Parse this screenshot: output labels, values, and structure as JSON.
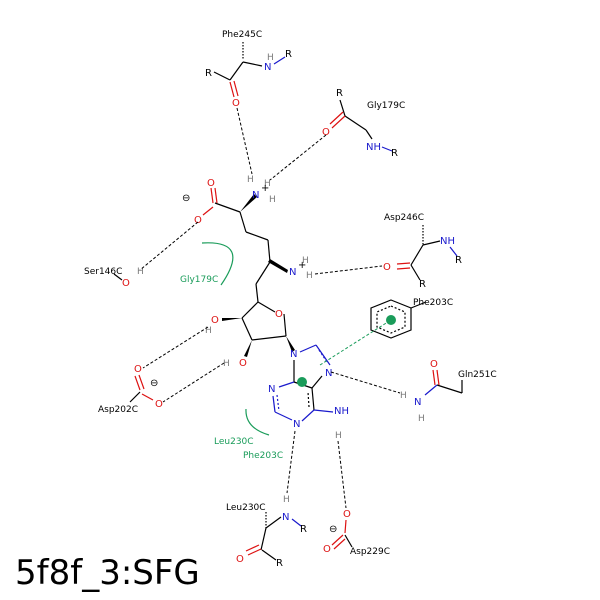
{
  "caption": "5f8f_3:SFG",
  "residues": {
    "phe245c": "Phe245C",
    "gly179c": "Gly179C",
    "asp246c": "Asp246C",
    "ser146c": "Ser146C",
    "phe203c": "Phe203C",
    "gln251c": "Gln251C",
    "asp202c": "Asp202C",
    "leu230c": "Leu230C",
    "asp229c": "Asp229C"
  },
  "hydrophobic": {
    "gly179c": "Gly179C",
    "leu230c": "Leu230C",
    "phe203c": "Phe203C"
  },
  "atoms": {
    "N": "N",
    "O": "O",
    "R": "R",
    "H": "H",
    "NH": "NH",
    "NH2": "NH",
    "plus": "+",
    "minus": "⊖"
  },
  "colors": {
    "nitrogen": "#1a1acc",
    "oxygen": "#dd1111",
    "interaction_green": "#1a9c5a",
    "bond": "#000000"
  }
}
